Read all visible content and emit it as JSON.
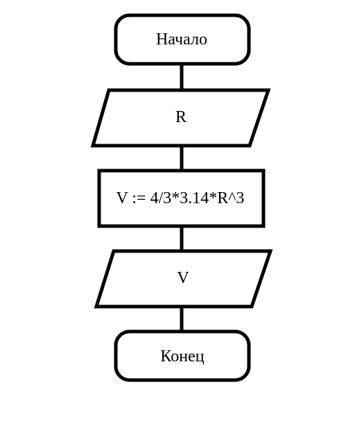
{
  "diagram": {
    "start": {
      "label": "Начало"
    },
    "input": {
      "label": "R"
    },
    "process": {
      "label": "V := 4/3*3.14*R^3"
    },
    "output": {
      "label": "V"
    },
    "end": {
      "label": "Конец"
    }
  }
}
